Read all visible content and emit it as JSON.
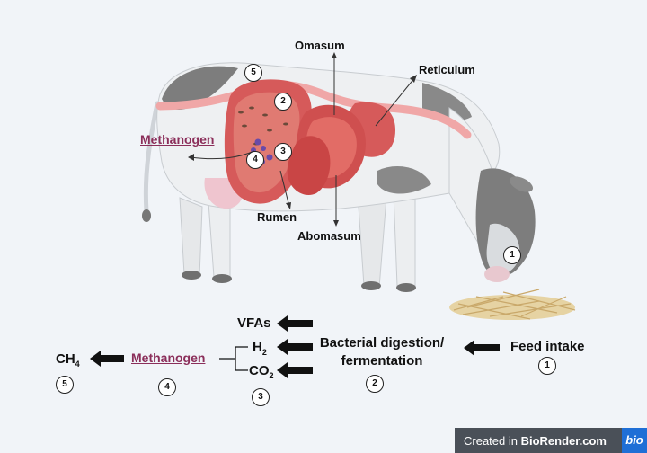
{
  "top_labels": {
    "omasum": "Omasum",
    "reticulum": "Reticulum",
    "rumen": "Rumen",
    "abomasum": "Abomasum",
    "methanogen": "Methanogen"
  },
  "steps": {
    "n1": "1",
    "n2": "2",
    "n3": "3",
    "n4": "4",
    "n5": "5"
  },
  "flow": {
    "ch4": "CH",
    "ch4_sub": "4",
    "methanogen": "Methanogen",
    "vfas": "VFAs",
    "h2": "H",
    "h2_sub": "2",
    "co2": "CO",
    "co2_sub": "2",
    "bacterial": "Bacterial digestion/",
    "fermentation": "fermentation",
    "feed_intake": "Feed intake"
  },
  "watermark": {
    "created_in": "Created in ",
    "brand": "BioRender.com",
    "logo": "bio"
  },
  "colors": {
    "background": "#f1f4f8",
    "methanogen": "#8b2e5a",
    "rumen": "#d65a5a",
    "cow_spot": "#7d7d7d"
  }
}
